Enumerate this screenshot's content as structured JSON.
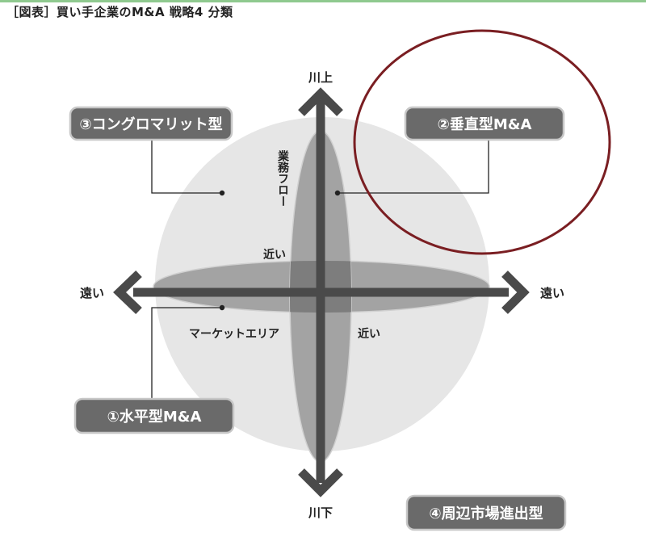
{
  "title": "［図表］買い手企業のM&A 戦略4 分類",
  "axes": {
    "top": "川上",
    "bottom": "川下",
    "left": "遠い",
    "right": "遠い",
    "vertical_label": "業務フロー",
    "horizontal_label": "マーケットエリア",
    "near_top": "近い",
    "near_right": "近い"
  },
  "categories": {
    "conglomerate": "③コングロマリット型",
    "vertical": "②垂直型M&A",
    "horizontal": "①水平型M&A",
    "peripheral": "④周辺市場進出型"
  },
  "colors": {
    "sphere": "#e6e6e6",
    "ellipse": "#a3a3a3",
    "overlap": "#7d7d7d",
    "arrow": "#4a4a4a",
    "box": "#6a6a6a",
    "highlight": "#7a1e22"
  }
}
